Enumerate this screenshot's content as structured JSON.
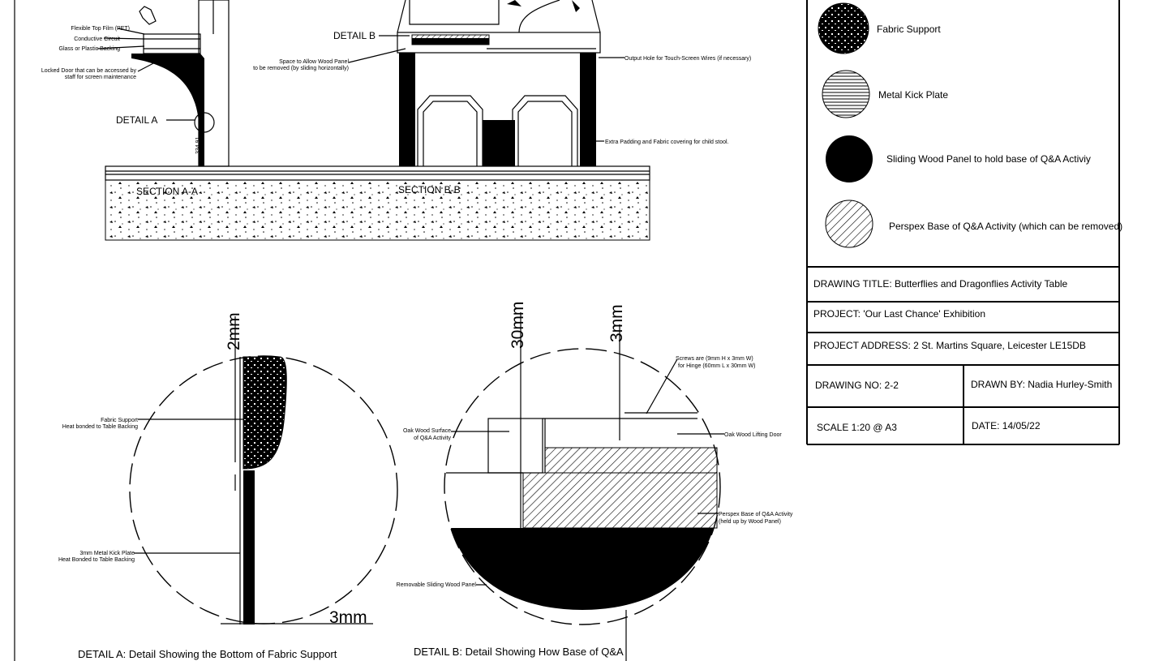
{
  "section_a": {
    "labels": [
      "Flexible Top Film (PET)",
      "Conductive Circuit",
      "Glass or Plastic Backing"
    ],
    "locked_door_1": "Locked Door that can be accessed by",
    "locked_door_2": "staff for screen maintenance",
    "detail_a": "DETAIL A",
    "dimension": "334.91",
    "title": "SECTION A-A"
  },
  "section_b": {
    "detail_b": "DETAIL B",
    "space_1": "Space to Allow Wood Panel",
    "space_2": "to be removed (by sliding horizontally)",
    "output_hole": "Output Hole for Touch-Screen Wires (if necessary)",
    "padding": "Extra Padding and Fabric covering for child stool.",
    "title": "SECTION B-B"
  },
  "legend": {
    "items": [
      {
        "label": "Fabric Support",
        "icon": "dotted-pattern"
      },
      {
        "label": "Metal Kick Plate",
        "icon": "horizontal-hatch"
      },
      {
        "label": "Sliding Wood Panel to hold base of Q&A Activiy",
        "icon": "solid-black"
      },
      {
        "label": "Perspex Base of Q&A Activity (which can be removed)",
        "icon": "diagonal-hatch"
      }
    ]
  },
  "title_block": {
    "drawing_title": "DRAWING TITLE: Butterflies and Dragonflies Activity Table",
    "project": "PROJECT: 'Our Last Chance' Exhibition",
    "address": "PROJECT ADDRESS: 2 St. Martins Square, Leicester LE15DB",
    "drawing_no": "DRAWING NO: 2-2",
    "drawn_by": "DRAWN BY: Nadia Hurley-Smith",
    "scale": "SCALE 1:20 @ A3",
    "date": "DATE: 14/05/22"
  },
  "detail_a": {
    "dim_top": "2mm",
    "dim_bottom": "3mm",
    "fabric_1": "Fabric Support",
    "fabric_2": "Heat bonded to Table Backing",
    "kick_1": "3mm Metal Kick Plate",
    "kick_2": "Heat Bonded to Table Backing",
    "caption": "DETAIL A: Detail Showing the Bottom of Fabric Support"
  },
  "detail_b": {
    "dim_30": "30mm",
    "dim_3": "3mm",
    "screws_1": "Screws are (9mm H x 3mm W)",
    "screws_2": "for Hinge (60mm L x 30mm W)",
    "oak_surface_1": "Oak Wood Surface",
    "oak_surface_2": "of Q&A Activity",
    "oak_door": "Oak Wood Lifting Door",
    "perspex_1": "Perspex Base of Q&A Activity",
    "perspex_2": "(held up by Wood Panel)",
    "sliding_panel": "Removable Sliding Wood Panel",
    "caption": "DETAIL B: Detail Showing How Base of Q&A"
  }
}
